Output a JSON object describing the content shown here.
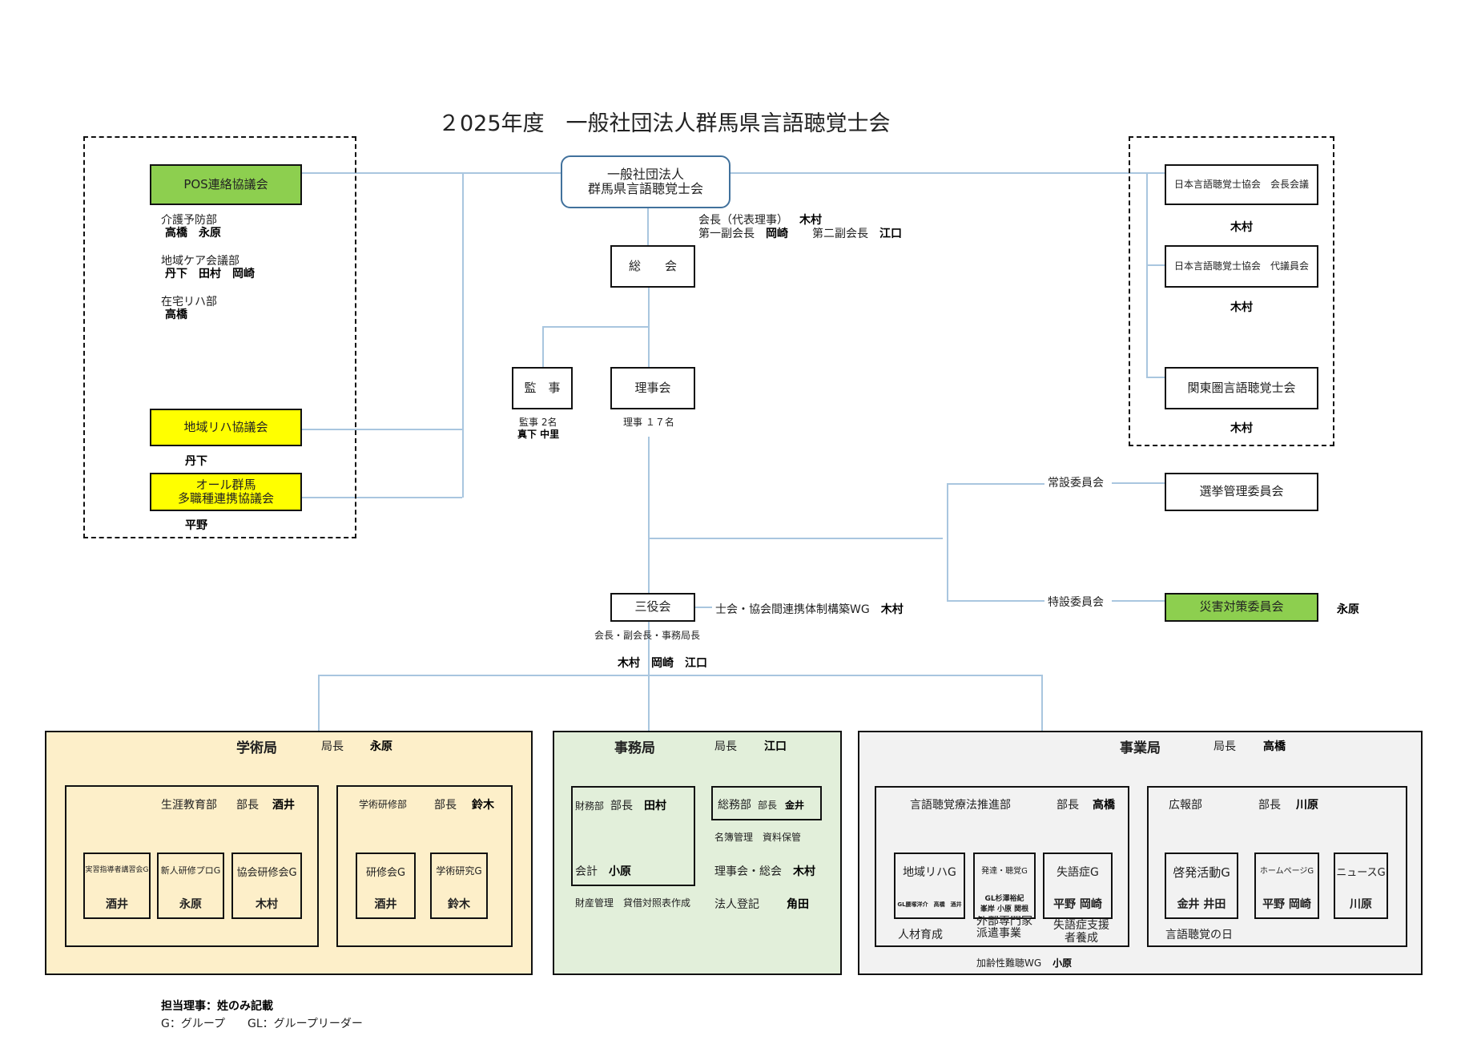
{
  "title": "２025年度　一般社団法人群馬県言語聴覚士会",
  "root": {
    "line1": "一般社団法人",
    "line2": "群馬県言語聴覚士会"
  },
  "officers": {
    "president_label": "会長（代表理事）",
    "president": "木村",
    "vp1_label": "第一副会長",
    "vp1": "岡崎",
    "vp2_label": "第二副会長",
    "vp2": "江口"
  },
  "general_meeting": "総　　会",
  "auditor": {
    "label": "監　事",
    "count": "監事 2名",
    "names": "真下 中里"
  },
  "board": {
    "label": "理事会",
    "count": "理事 １７名"
  },
  "left_panel": {
    "pos": {
      "label": "POS連絡協議会",
      "departments": [
        {
          "name": "介護予防部",
          "members": "高橋　永原"
        },
        {
          "name": "地域ケア会議部",
          "members": "丹下　田村　岡崎"
        },
        {
          "name": "在宅リハ部",
          "members": "高橋"
        }
      ]
    },
    "chiiki": {
      "label": "地域リハ協議会",
      "member": "丹下"
    },
    "all_gunma": {
      "line1": "オール群馬",
      "line2": "多職種連携協議会",
      "member": "平野"
    }
  },
  "right_panel": [
    {
      "label": "日本言語聴覚士協会　会長会議",
      "member": "木村"
    },
    {
      "label": "日本言語聴覚士協会　代議員会",
      "member": "木村"
    },
    {
      "label": "関東圏言語聴覚士会",
      "member": "木村"
    }
  ],
  "committees": {
    "standing": {
      "label": "常設委員会",
      "committee": "選挙管理委員会"
    },
    "special": {
      "label": "特設委員会",
      "committee": "災害対策委員会",
      "member": "永原"
    }
  },
  "sanyakukai": {
    "label": "三役会",
    "wg": "士会・協会間連携体制構築WG",
    "wg_member": "木村",
    "roles": "会長・副会長・事務局長",
    "members": "木村　岡崎　江口"
  },
  "gakujutsu": {
    "title": "学術局",
    "head_label": "局長",
    "head": "永原",
    "depts": [
      {
        "name": "生涯教育部",
        "head_label": "部長",
        "head": "酒井",
        "groups": [
          {
            "label": "実習指導者講習会G",
            "members": "酒井"
          },
          {
            "label": "新人研修プロG",
            "members": "永原"
          },
          {
            "label": "協会研修会G",
            "members": "木村"
          }
        ]
      },
      {
        "name": "学術研修部",
        "head_label": "部長",
        "head": "鈴木",
        "groups": [
          {
            "label": "研修会G",
            "members": "酒井"
          },
          {
            "label": "学術研究G",
            "members": "鈴木"
          }
        ]
      }
    ]
  },
  "jimu": {
    "title": "事務局",
    "head_label": "局長",
    "head": "江口",
    "zaimu": {
      "name": "財務部",
      "head_label": "部長",
      "head": "田村",
      "kaikei_label": "会計",
      "kaikei": "小原",
      "tasks": "財産管理　貸借対照表作成"
    },
    "somu": {
      "name": "総務部",
      "head_label": "部長",
      "head": "金井",
      "tasks": "名簿管理　資料保管",
      "items": [
        {
          "label": "理事会・総会",
          "member": "木村"
        },
        {
          "label": "法人登記",
          "member": "角田"
        }
      ]
    }
  },
  "jigyo": {
    "title": "事業局",
    "head_label": "局長",
    "head": "高橋",
    "suishin": {
      "name": "言語聴覚療法推進部",
      "head_label": "部長",
      "head": "高橋",
      "groups": [
        {
          "label": "地域リハG",
          "members": "GL腰塚洋介　高橋　酒井"
        },
        {
          "label": "発達・聴覚G",
          "members1": "GL杉澤裕紀",
          "members2": "峯岸 小原 関根"
        },
        {
          "label": "失語症G",
          "members": "平野 岡崎"
        }
      ],
      "notes": [
        "人材育成",
        "外部専門家派遣事業",
        "失語症支援者養成"
      ]
    },
    "koho": {
      "name": "広報部",
      "head_label": "部長",
      "head": "川原",
      "groups": [
        {
          "label": "啓発活動G",
          "members": "金井 井田"
        },
        {
          "label": "ホームページG",
          "members": "平野 岡崎"
        },
        {
          "label": "ニュースG",
          "members": "川原"
        }
      ],
      "notes": [
        "言語聴覚の日"
      ]
    },
    "wg": {
      "label": "加齢性難聴WG",
      "member": "小原"
    }
  },
  "footer": {
    "line1": "担当理事：姓のみ記載",
    "line2": "G：グループ　　GL：グループリーダー"
  },
  "colors": {
    "green": "#8dcf4f",
    "yellow": "#ffff00",
    "gakujutsu_bg": "#fdefc9",
    "jimu_bg": "#e2efda",
    "jigyo_bg": "#f2f2f2",
    "line": "#a9c6df",
    "root_border": "#41719c"
  }
}
